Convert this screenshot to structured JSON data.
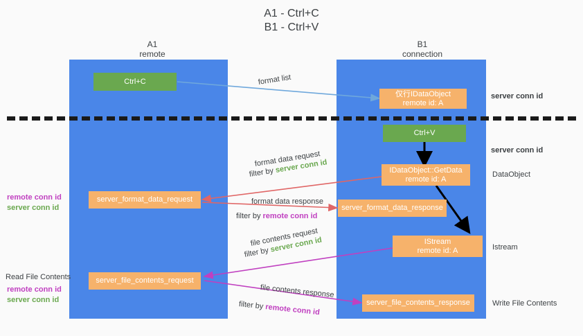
{
  "title": {
    "line1": "A1 - Ctrl+C",
    "line2": "B1 - Ctrl+V"
  },
  "lanes": [
    {
      "name": "A1",
      "sub": "remote"
    },
    {
      "name": "B1",
      "sub": "connection"
    }
  ],
  "nodes": {
    "ctrl_c": {
      "line1": "Ctrl+C",
      "line2": ""
    },
    "ctrl_v": {
      "line1": "Ctrl+V",
      "line2": ""
    },
    "idataobject": {
      "line1": "仅行IDataObject",
      "line2": "remote id: A"
    },
    "getdata": {
      "line1": "IDataObject::GetData",
      "line2": "remote id: A"
    },
    "istream": {
      "line1": "IStream",
      "line2": "remote id: A"
    },
    "format_data_request": {
      "line1": "server_format_data_request",
      "line2": ""
    },
    "format_data_response": {
      "line1": "server_format_data_response",
      "line2": ""
    },
    "file_contents_request": {
      "line1": "server_file_contents_request",
      "line2": ""
    },
    "file_contents_response": {
      "line1": "server_file_contents_response",
      "line2": ""
    }
  },
  "edge_labels": {
    "format_list": "format list",
    "format_data_request": "format data request",
    "format_data_request_filter_prefix": "filter by ",
    "format_data_request_filter_value": "server conn id",
    "format_data_response": "format data response",
    "format_data_response_filter_prefix": "filter by ",
    "format_data_response_filter_value": "remote conn id",
    "file_contents_request": "file contents request",
    "file_contents_request_filter_prefix": "filter by ",
    "file_contents_request_filter_value": "server conn id",
    "file_contents_response": "file contents response",
    "file_contents_response_filter_prefix": "filter by ",
    "file_contents_response_filter_value": "remote conn id"
  },
  "right_annotations": {
    "server_conn_id_top": "server conn id",
    "server_conn_id_mid": "server conn id",
    "dataobject": "DataObject",
    "istream": "Istream",
    "write_file_contents": "Write File Contents"
  },
  "left_annotations": {
    "remote_conn_id_1": "remote conn id",
    "server_conn_id_1": "server conn id",
    "read_file_contents": "Read File Contents",
    "remote_conn_id_2": "remote conn id",
    "server_conn_id_2": "server conn id"
  },
  "colors": {
    "lane": "#4a86e8",
    "node_orange": "#f6b26b",
    "node_green": "#6aa84f",
    "arrow_blue": "#6fa8dc",
    "arrow_red": "#e06666",
    "arrow_magenta": "#c040c0",
    "arrow_black": "#000000",
    "divider": "#1a1a1a",
    "background": "#fafafa"
  }
}
